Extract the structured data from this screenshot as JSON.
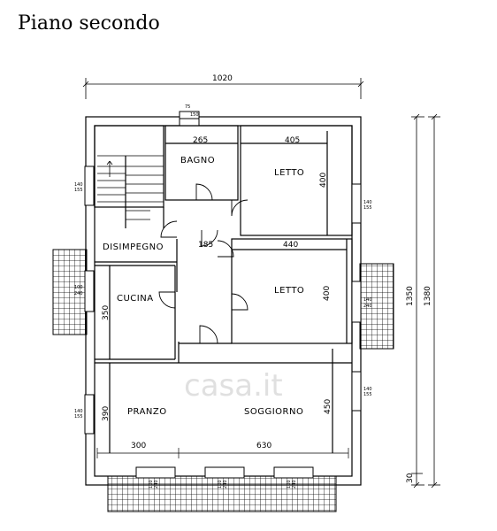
{
  "title": "Piano secondo",
  "rooms": {
    "bagno": "BAGNO",
    "letto_top": "LETTO",
    "letto_mid": "LETTO",
    "disimpegno": "DISIMPEGNO",
    "cucina": "CUCINA",
    "pranzo": "PRANZO",
    "soggiorno": "SOGGIORNO"
  },
  "dimensions": {
    "overall_width": "1020",
    "overall_height_inner": "1350",
    "overall_height_outer": "1380",
    "bagno_width": "265",
    "letto_top_width": "405",
    "letto_top_depth": "400",
    "disimpegno_width": "185",
    "letto_mid_width": "440",
    "letto_mid_depth": "400",
    "cucina_depth": "350",
    "pranzo_depth": "390",
    "soggiorno_depth": "450",
    "pranzo_width": "300",
    "soggiorno_width": "630",
    "balcony_depth": "30"
  },
  "windows": {
    "w_top": "75",
    "w_top_b": "150",
    "w_left_1a": "140",
    "w_left_1b": "155",
    "w_left_2a": "100",
    "w_left_2b": "240",
    "w_left_3a": "140",
    "w_left_3b": "155",
    "w_right_1a": "140",
    "w_right_1b": "155",
    "w_right_2a": "140",
    "w_right_2b": "240",
    "w_right_3a": "140",
    "w_right_3b": "155",
    "w_bot_1": "100",
    "w_bot_2": "100",
    "w_bot_3": "100",
    "w_bot_1b": "240",
    "w_bot_2b": "240",
    "w_bot_3b": "240"
  },
  "watermark": "casa.it"
}
